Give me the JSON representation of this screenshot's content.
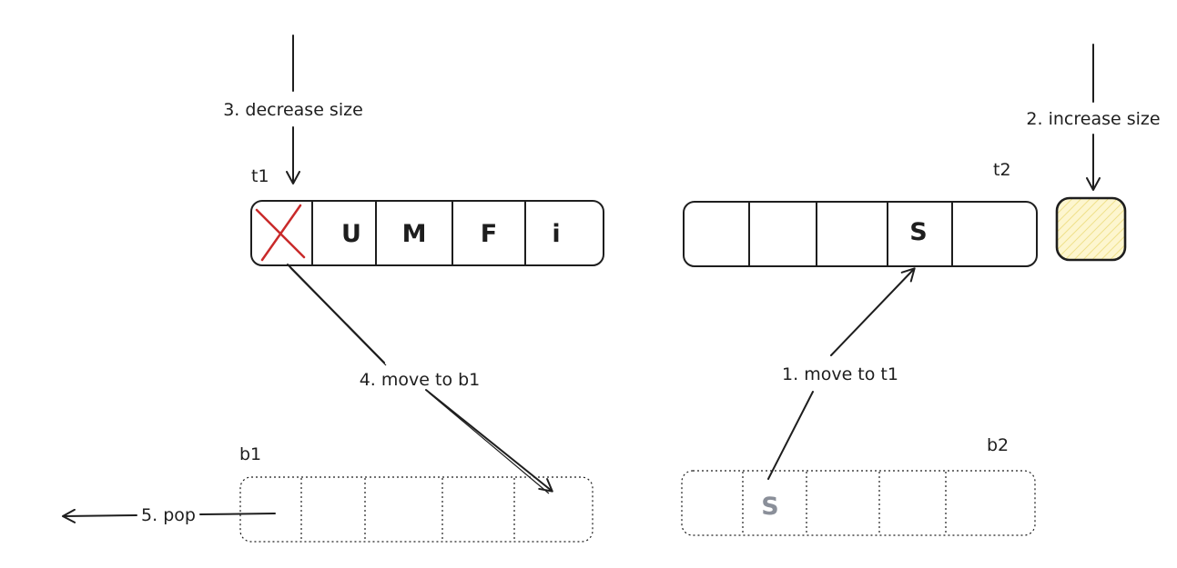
{
  "labels": {
    "t1": "t1",
    "t2": "t2",
    "b1": "b1",
    "b2": "b2"
  },
  "steps": {
    "step1": "1. move to t1",
    "step2": "2. increase size",
    "step3": "3. decrease size",
    "step4": "4. move to b1",
    "step5": "5. pop"
  },
  "t1_cells": [
    "",
    "U",
    "M",
    "F",
    "i"
  ],
  "t2_cells": [
    "",
    "",
    "",
    "S",
    ""
  ],
  "b2_cells": [
    "",
    "S",
    "",
    "",
    ""
  ],
  "colors": {
    "stroke": "#1e1e1e",
    "t_fill": "#fdf6cf",
    "t_hatch": "#f0e08a",
    "b_fill": "#deebf7",
    "b_hatch": "#b8d3ee",
    "cross": "#c92a2a",
    "faint_text": "#8a8f99"
  }
}
